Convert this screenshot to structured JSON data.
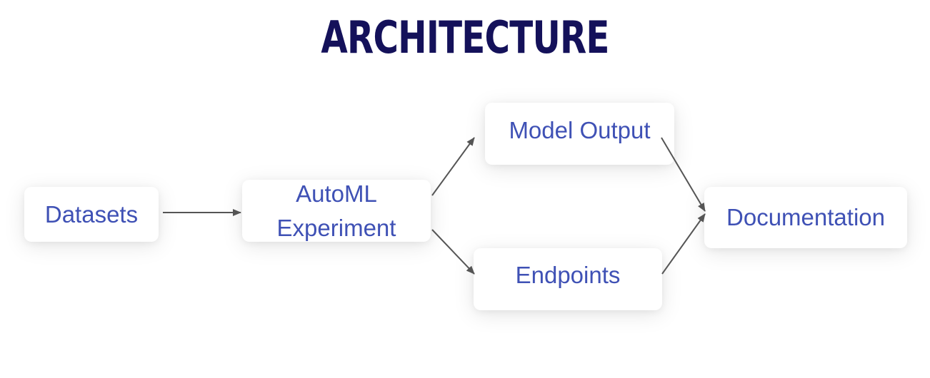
{
  "title": "ARCHITECTURE",
  "nodes": {
    "datasets": "Datasets",
    "automl_line1": "AutoML",
    "automl_line2": "Experiment",
    "model_output": "Model Output",
    "endpoints": "Endpoints",
    "documentation": "Documentation"
  },
  "edges": [
    {
      "from": "Datasets",
      "to": "AutoML Experiment"
    },
    {
      "from": "AutoML Experiment",
      "to": "Model Output"
    },
    {
      "from": "AutoML Experiment",
      "to": "Endpoints"
    },
    {
      "from": "Model Output",
      "to": "Documentation"
    },
    {
      "from": "Endpoints",
      "to": "Documentation"
    }
  ],
  "colors": {
    "title": "#14115a",
    "node_text": "#3f51b5",
    "arrow": "#555555"
  }
}
